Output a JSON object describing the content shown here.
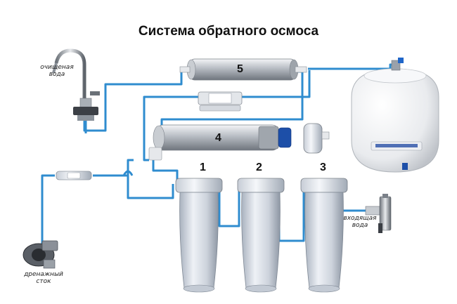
{
  "title": "Система обратного осмоса",
  "labels": {
    "faucet_line1": "очищеная",
    "faucet_line2": "вода",
    "inlet_line1": "входящая",
    "inlet_line2": "вода",
    "drain_line1": "дренажный",
    "drain_line2": "сток"
  },
  "stages": {
    "s1": "1",
    "s2": "2",
    "s3": "3",
    "s4": "4",
    "s5": "5"
  },
  "colors": {
    "pipe": "#2f8ccf",
    "metal": "#b9bec4",
    "housing": "#dde2ea",
    "tank": "#f1f2f4"
  }
}
